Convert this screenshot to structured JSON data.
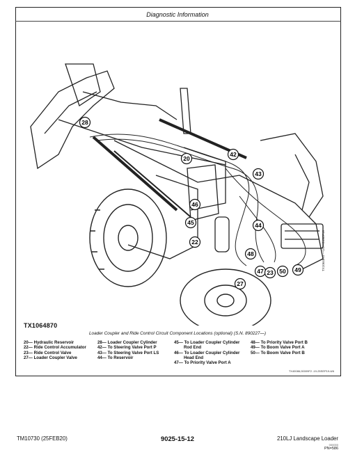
{
  "header": {
    "title": "Diagnostic Information"
  },
  "figure": {
    "id": "TX1064870",
    "side_code": "TX1064870 —UN—24SEP19",
    "caption": "Loader Coupler and Ride Control Circuit Component Locations (optional) (S.N. 890227—)",
    "callouts": [
      "28",
      "20",
      "42",
      "43",
      "46",
      "45",
      "22",
      "44",
      "48",
      "47",
      "23",
      "50",
      "49",
      "27"
    ]
  },
  "legend": {
    "col1": [
      "20— Hydraulic Reservoir",
      "22— Ride Control Accumulator",
      "23— Ride Control Valve",
      "27— Loader Coupler Valve"
    ],
    "col2": [
      "28— Loader Coupler Cylinder",
      "42— To Steering Valve Port P",
      "43— To Steering Valve Port LS",
      "44— To Reservoir"
    ],
    "col3": [
      "45— To Loader Coupler Cylinder",
      "Rod End",
      "46— To Loader Coupler Cylinder",
      "Head End",
      "47— To Priority Valve Port A"
    ],
    "col4": [
      "48— To Priority Valve Port B",
      "49— To Boom Valve Port A",
      "50— To Boom Valve Port B"
    ]
  },
  "ref_code": "TX40086,00009F2 -19-25SEP19-6/6",
  "footer": {
    "left": "TM10730 (25FEB20)",
    "center": "9025-15-12",
    "right": "210LJ Landscape Loader",
    "small": "000000",
    "pn": "PN=586"
  }
}
